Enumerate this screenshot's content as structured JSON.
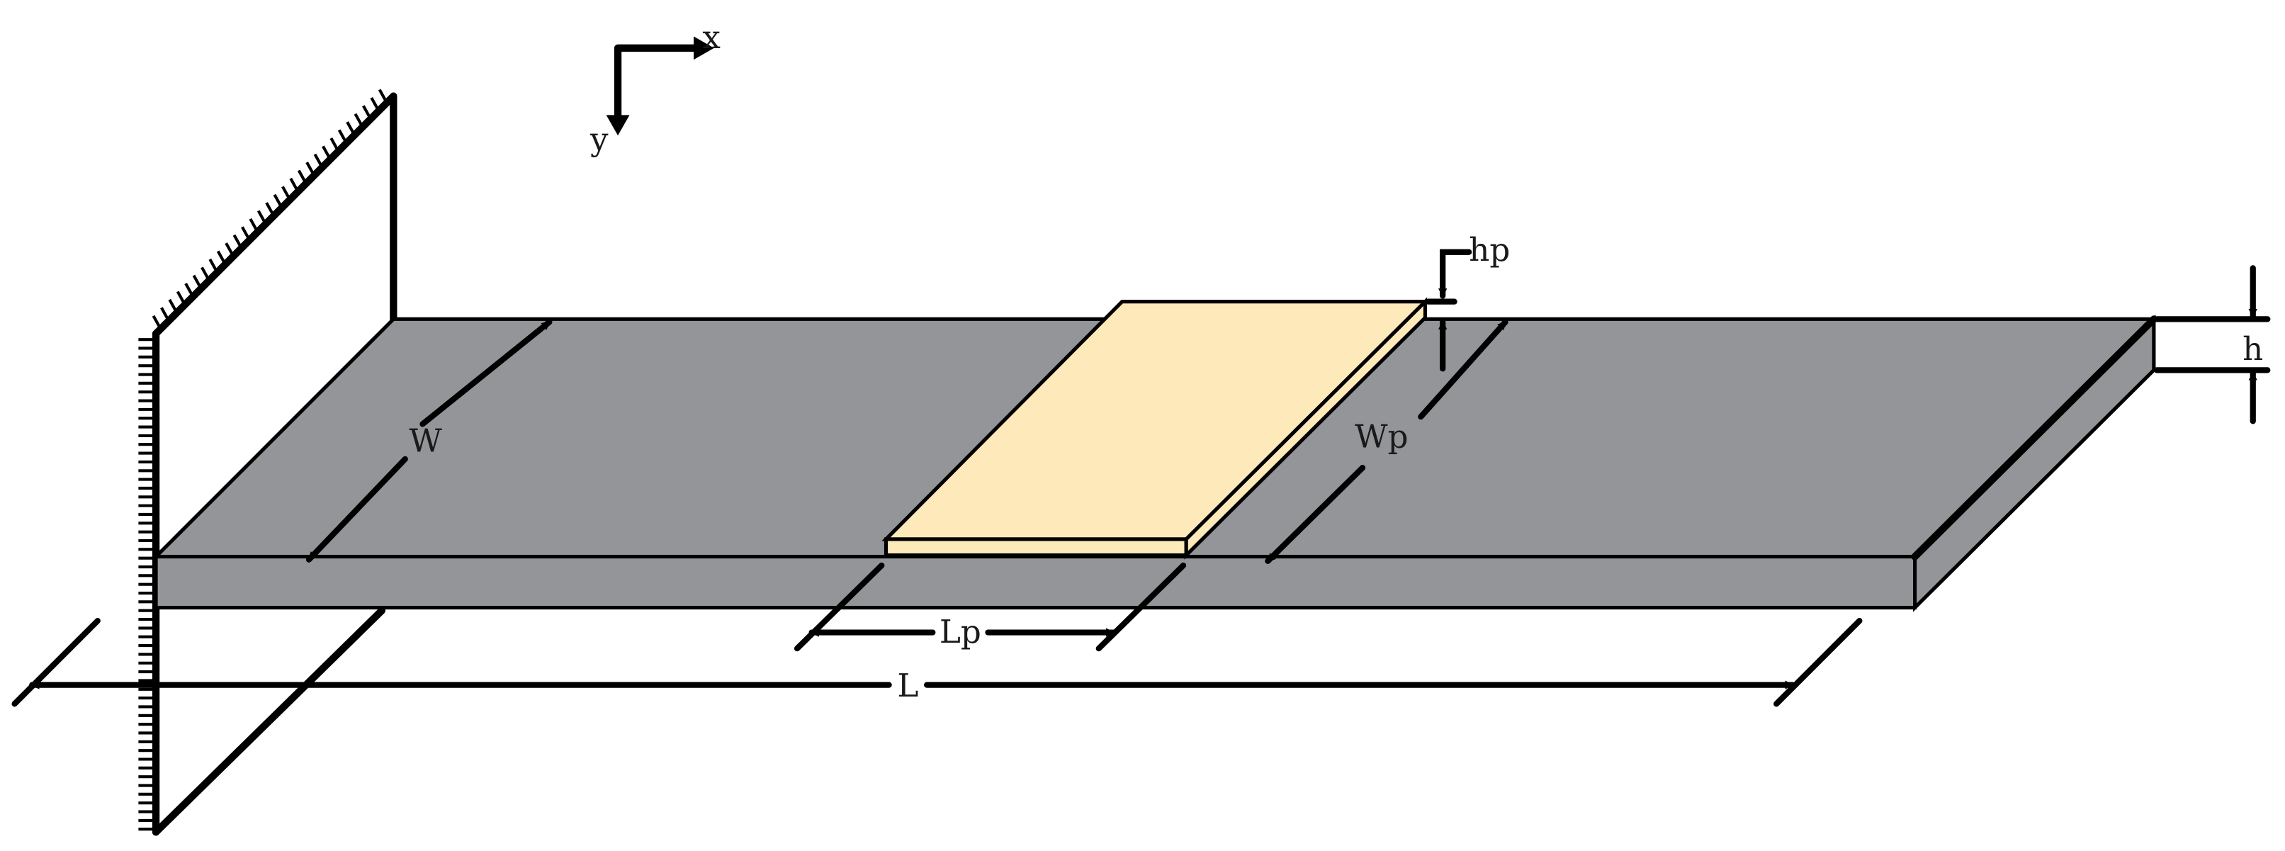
{
  "axes": {
    "x_label": "x",
    "y_label": "y"
  },
  "dimensions": {
    "beam_width": "W",
    "beam_length": "L",
    "beam_thickness": "h",
    "patch_width": "Wp",
    "patch_length": "Lp",
    "patch_thickness": "hp"
  },
  "colors": {
    "beam_top": "#949598",
    "beam_front": "#949598",
    "beam_side": "#949598",
    "patch_top": "#fde9b9",
    "patch_edge": "#fde9b9",
    "outline": "#000000"
  }
}
